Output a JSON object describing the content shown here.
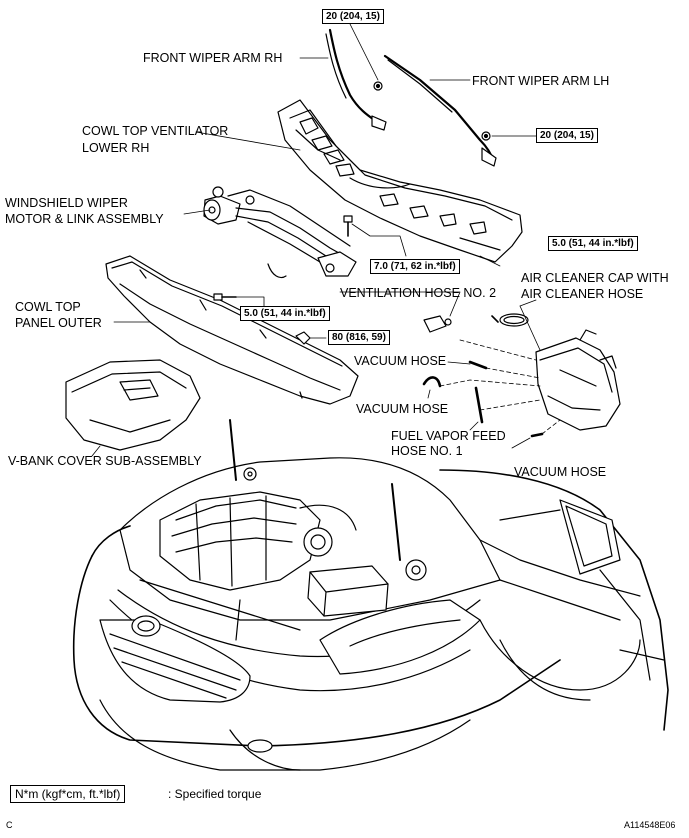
{
  "labels": {
    "front_wiper_arm_rh": "FRONT WIPER ARM RH",
    "front_wiper_arm_lh": "FRONT WIPER ARM LH",
    "cowl_top_ventilator_line1": "COWL TOP VENTILATOR",
    "cowl_top_ventilator_line2": "LOWER RH",
    "windshield_wiper_line1": "WINDSHIELD WIPER",
    "windshield_wiper_line2": "MOTOR & LINK ASSEMBLY",
    "ventilation_hose": "VENTILATION HOSE NO. 2",
    "air_cleaner_line1": "AIR CLEANER CAP WITH",
    "air_cleaner_line2": "AIR CLEANER HOSE",
    "cowl_top_panel_line1": "COWL TOP",
    "cowl_top_panel_line2": "PANEL OUTER",
    "vacuum_hose_1": "VACUUM HOSE",
    "vacuum_hose_2": "VACUUM HOSE",
    "vacuum_hose_3": "VACUUM HOSE",
    "fuel_vapor_line1": "FUEL VAPOR FEED",
    "fuel_vapor_line2": "HOSE NO. 1",
    "v_bank_cover": "V-BANK COVER SUB-ASSEMBLY"
  },
  "torques": {
    "t_top": "20 (204, 15)",
    "t_lh": "20 (204, 15)",
    "t_cowl": "7.0 (71, 62 in.*lbf)",
    "t_air": "5.0 (51, 44 in.*lbf)",
    "t_panel": "5.0 (51, 44 in.*lbf)",
    "t_nut": "80 (816, 59)"
  },
  "legend": {
    "unit": "N*m (kgf*cm, ft.*lbf)",
    "desc": ": Specified torque"
  },
  "corner": {
    "left": "C",
    "right": "A114548E06"
  }
}
